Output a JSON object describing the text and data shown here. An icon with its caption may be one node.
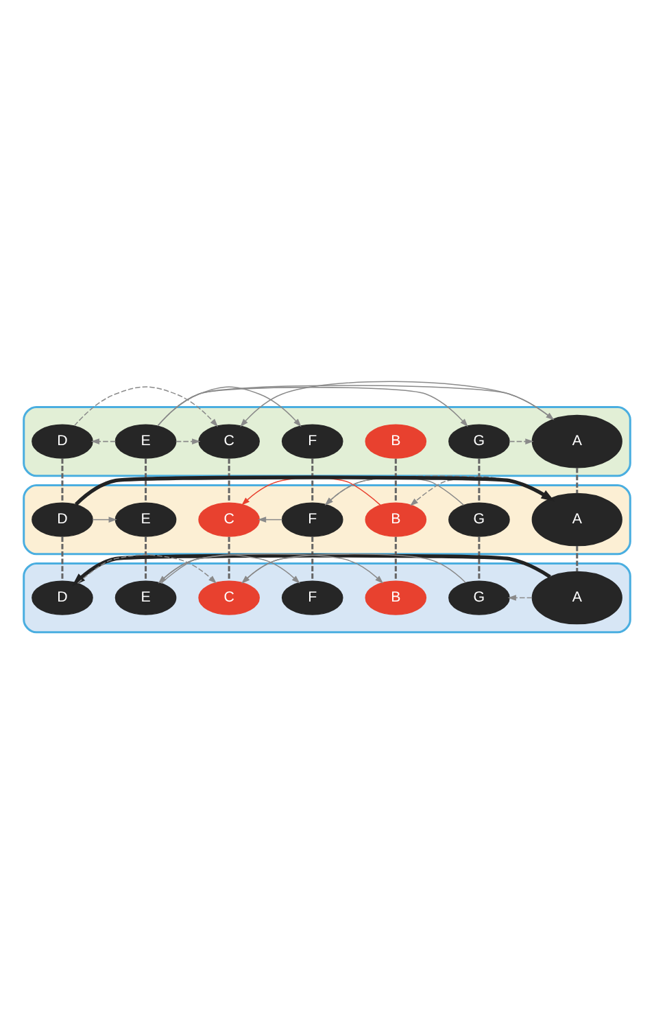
{
  "diagram": {
    "nodes": [
      {
        "text": [],
        "shape": "ellipse"
      },
      {
        "text": [
          "A"
        ],
        "in": 0
      },
      {
        "text": [
          "G"
        ],
        "in": 0
      },
      {
        "text": [
          "B"
        ],
        "in": 0
      },
      {
        "text": [
          "F"
        ],
        "in": 0
      },
      {
        "text": [
          "C"
        ],
        "in": 0
      },
      {
        "text": [
          "E"
        ],
        "in": 0
      },
      {
        "text": [
          "D"
        ],
        "in": 0
      },
      {
        "text": [],
        "shape": "ellipse"
      },
      {
        "text": [
          "A"
        ],
        "in": 8
      },
      {
        "text": [
          "G"
        ],
        "in": 8
      },
      {
        "text": [
          "B"
        ],
        "in": 8
      },
      {
        "text": [
          "F"
        ],
        "in": 8
      },
      {
        "text": [
          "C"
        ],
        "in": 8
      },
      {
        "text": [
          "E"
        ],
        "in": 8
      },
      {
        "text": [
          "D"
        ],
        "in": 8
      },
      {
        "text": [],
        "shape": "ellipse"
      },
      {
        "text": [
          "A"
        ],
        "in": 16
      },
      {
        "text": [
          "G"
        ],
        "in": 16
      },
      {
        "text": [
          "B"
        ],
        "in": 16
      },
      {
        "text": [
          "F"
        ],
        "in": 16
      },
      {
        "text": [
          "C"
        ],
        "in": 16
      },
      {
        "text": [
          "E"
        ],
        "in": 16
      },
      {
        "text": [
          "D"
        ],
        "in": 16
      }
    ],
    "edges": [
      {
        "from": 2,
        "to": 1,
        "arrow": "to",
        "style": "dashed"
      },
      {
        "from": 6,
        "to": 2,
        "arrow": "to"
      },
      {
        "from": 6,
        "to": 1,
        "arrow": "to"
      },
      {
        "from": 6,
        "to": 4,
        "arrow": "to"
      },
      {
        "from": 6,
        "to": 5,
        "arrow": "to",
        "style": "dashed"
      },
      {
        "from": 6,
        "to": 7,
        "arrow": "to",
        "style": "dashed"
      },
      {
        "from": 7,
        "to": 5,
        "arrow": "to",
        "style": "dashed"
      },
      {
        "from": 1,
        "to": 5,
        "arrow": "to"
      },
      {
        "from": 9,
        "to": 11,
        "arrow": "to",
        "style": "dashed"
      },
      {
        "from": 11,
        "to": 13,
        "arrow": "to",
        "color": "#e8412f"
      },
      {
        "from": 10,
        "to": 12,
        "arrow": "to"
      },
      {
        "from": 9,
        "to": 12,
        "arrow": "to",
        "style": "dashed"
      },
      {
        "from": 12,
        "to": 13,
        "arrow": "to"
      },
      {
        "from": 15,
        "to": 9,
        "arrow": "to",
        "style": "thick",
        "color": "#222222"
      },
      {
        "from": 15,
        "to": 14,
        "arrow": "to"
      },
      {
        "from": 17,
        "to": 18,
        "arrow": "to",
        "style": "dashed"
      },
      {
        "from": 17,
        "to": 22,
        "arrow": "to"
      },
      {
        "from": 17,
        "to": 23,
        "arrow": "to",
        "style": "thick",
        "color": "#222222"
      },
      {
        "from": 17,
        "to": 21,
        "arrow": "to"
      },
      {
        "from": 18,
        "to": 21,
        "arrow": "to"
      },
      {
        "from": 22,
        "to": 19,
        "arrow": "to"
      },
      {
        "from": 22,
        "to": 20,
        "arrow": "to"
      },
      {
        "from": 23,
        "to": 21,
        "arrow": "to",
        "style": "dashed"
      },
      {
        "from": 4,
        "to": 12,
        "arrow": "none",
        "style": "dashed",
        "color": "#666666"
      },
      {
        "from": 2,
        "to": 10,
        "arrow": "none",
        "style": "dashed",
        "color": "#666666"
      },
      {
        "from": 6,
        "to": 14,
        "arrow": "none",
        "style": "dashed",
        "color": "#666666"
      },
      {
        "from": 7,
        "to": 15,
        "arrow": "none",
        "style": "dashed",
        "color": "#666666"
      },
      {
        "from": 1,
        "to": 9,
        "arrow": "none",
        "style": "dashed",
        "color": "#666666"
      },
      {
        "from": 5,
        "to": 13,
        "arrow": "none",
        "style": "dashed",
        "color": "#666666"
      },
      {
        "from": 3,
        "to": 11,
        "arrow": "none",
        "style": "dashed",
        "color": "#666666"
      },
      {
        "from": 12,
        "to": 20,
        "arrow": "none",
        "style": "dashed",
        "color": "#666666"
      },
      {
        "from": 10,
        "to": 18,
        "arrow": "none",
        "style": "dashed",
        "color": "#666666"
      },
      {
        "from": 14,
        "to": 22,
        "arrow": "none",
        "style": "dashed",
        "color": "#666666"
      },
      {
        "from": 15,
        "to": 23,
        "arrow": "none",
        "style": "dashed",
        "color": "#666666"
      },
      {
        "from": 9,
        "to": 17,
        "arrow": "none",
        "style": "dashed",
        "color": "#666666"
      },
      {
        "from": 13,
        "to": 21,
        "arrow": "none",
        "style": "dashed",
        "color": "#666666"
      },
      {
        "from": 11,
        "to": 19,
        "arrow": "none",
        "style": "dashed",
        "color": "#666666"
      }
    ]
  }
}
